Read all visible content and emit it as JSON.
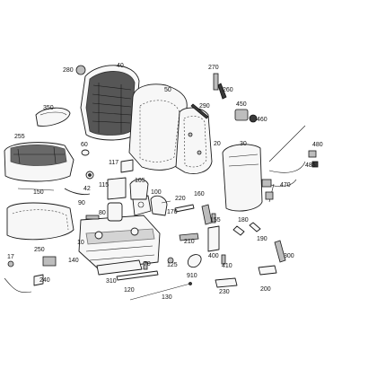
{
  "callouts": [
    "280",
    "40",
    "270",
    "260",
    "350",
    "50",
    "290",
    "450",
    "460",
    "255",
    "60",
    "20",
    "30",
    "480",
    "485",
    "117",
    "42",
    "105",
    "100",
    "220",
    "160",
    "470",
    "150",
    "90",
    "115",
    "80",
    "155",
    "180",
    "170",
    "190",
    "10",
    "210",
    "250",
    "400",
    "300",
    "17",
    "140",
    "240",
    "70",
    "125",
    "410",
    "910",
    "230",
    "200",
    "310",
    "120",
    "130"
  ]
}
